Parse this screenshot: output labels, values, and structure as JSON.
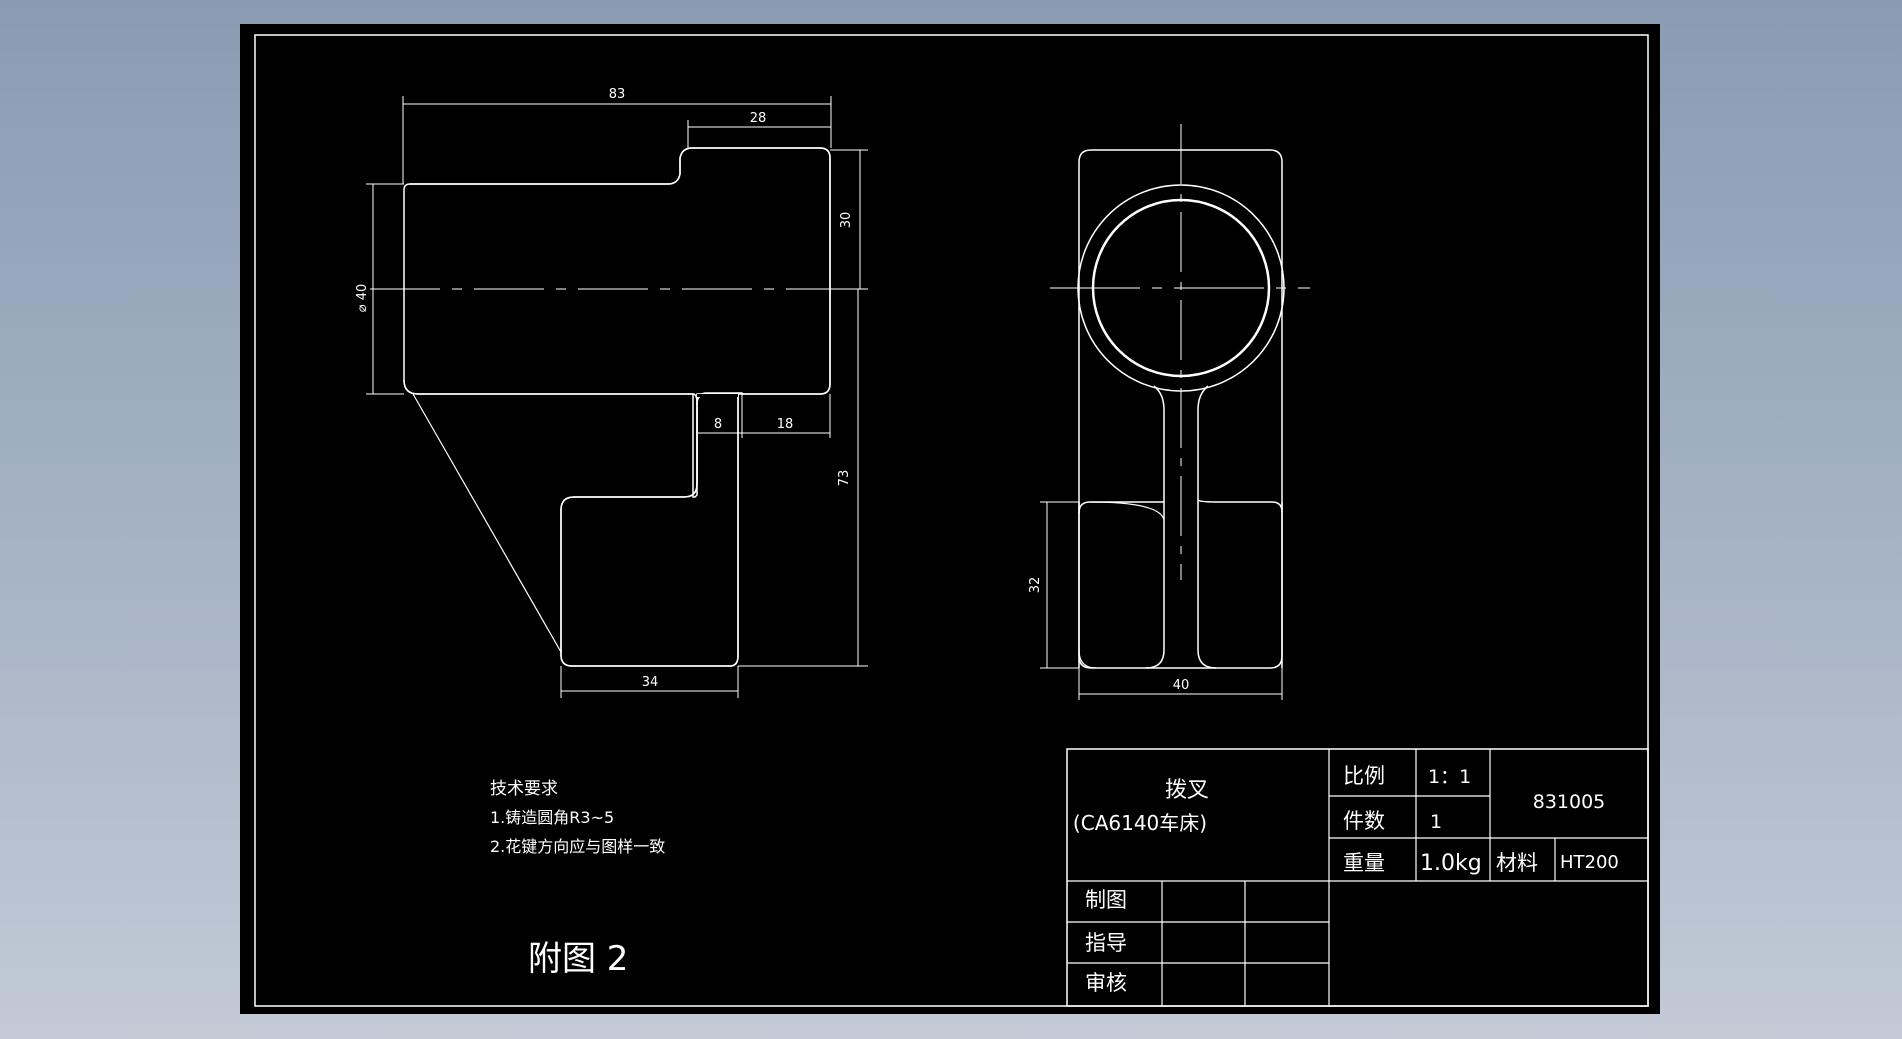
{
  "colors": {
    "background": "#0a0a0a",
    "line": "#ffffff",
    "desktop": "#9aa8bb"
  },
  "dimensions": {
    "d83": "83",
    "d28": "28",
    "d30": "30",
    "d40dia": "⌀ 40",
    "d8": "8",
    "d18": "18",
    "d73": "73",
    "d34": "34",
    "d32": "32",
    "d40": "40"
  },
  "notes": {
    "title": "技术要求",
    "line1": "1.铸造圆角R3~5",
    "line2": "2.花键方向应与图样一致"
  },
  "figure_label": "附图 2",
  "title_block": {
    "part_name": "拨叉",
    "part_sub": "(CA6140车床)",
    "scale_label": "比例",
    "scale_value": "1：1",
    "qty_label": "件数",
    "qty_value": "1",
    "drawing_no": "831005",
    "weight_label": "重量",
    "weight_value": "1.0kg",
    "material_label": "材料",
    "material_value": "HT200",
    "drawn_label": "制图",
    "guide_label": "指导",
    "review_label": "审核"
  }
}
